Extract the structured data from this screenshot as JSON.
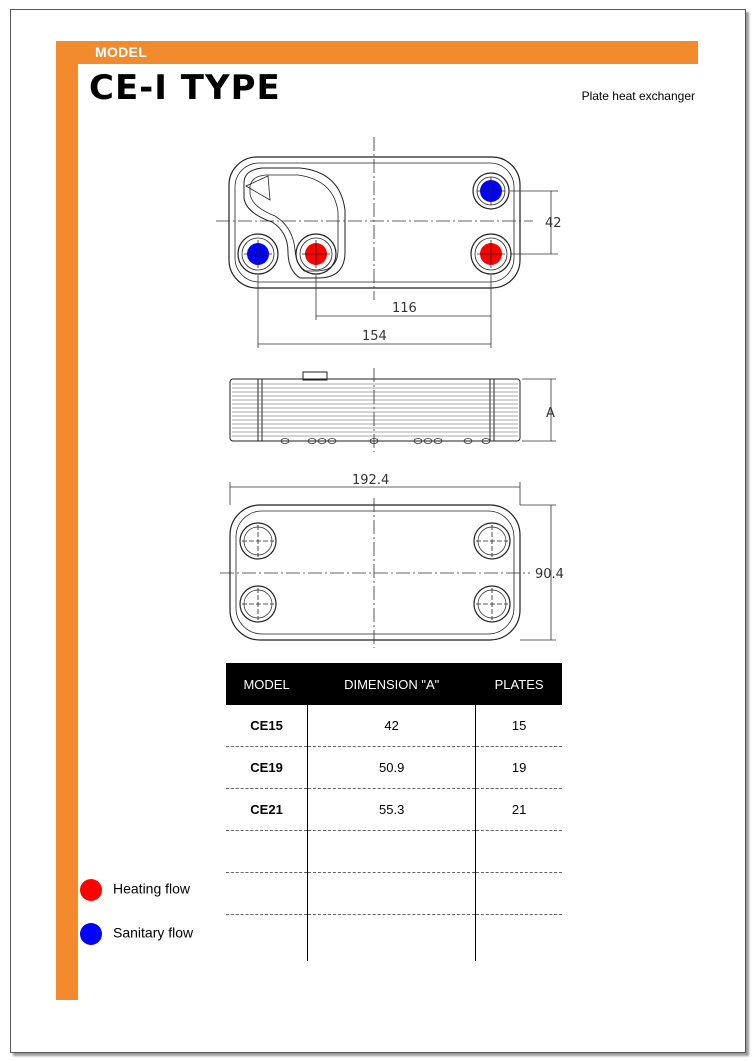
{
  "header": {
    "section_tag": "MODEL",
    "title": "CE-I TYPE",
    "subtitle": "Plate heat exchanger"
  },
  "drawing": {
    "dimensions": {
      "port_vertical": "42",
      "port_distance_inner": "116",
      "port_distance_outer": "154",
      "side_height": "A",
      "overall_width": "192.4",
      "overall_height": "90.4"
    }
  },
  "colors": {
    "heating": "#ff0000",
    "sanitary": "#0000ff",
    "accent": "#f28a2e"
  },
  "table": {
    "headers": [
      "MODEL",
      "DIMENSION \"A\"",
      "PLATES"
    ],
    "rows": [
      [
        "CE15",
        "42",
        "15"
      ],
      [
        "CE19",
        "50.9",
        "19"
      ],
      [
        "CE21",
        "55.3",
        "21"
      ],
      [
        "",
        "",
        ""
      ],
      [
        "",
        "",
        ""
      ],
      [
        "",
        "",
        ""
      ]
    ]
  },
  "legend": {
    "heating": "Heating flow",
    "sanitary": "Sanitary flow"
  }
}
